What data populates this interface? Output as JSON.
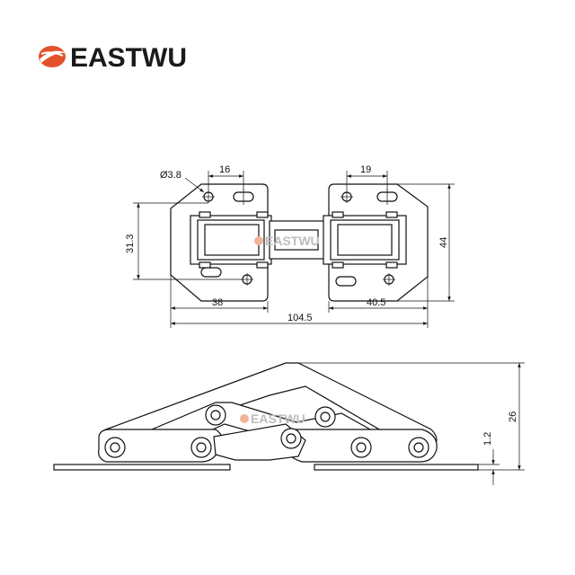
{
  "brand": {
    "name": "EASTWU",
    "accent_color": "#e2522a",
    "logo_icon": "eastwu-logo-icon"
  },
  "watermark": {
    "text": "EASTWU"
  },
  "top_view": {
    "hole_diameter": "Ø3.8",
    "left_slot_spacing": "16",
    "right_slot_spacing": "19",
    "left_height": "31.3",
    "overall_height": "44",
    "left_width": "38",
    "right_width": "40.5",
    "overall_width": "104.5"
  },
  "side_view": {
    "plate_thickness": "1.2",
    "overall_height": "26"
  }
}
